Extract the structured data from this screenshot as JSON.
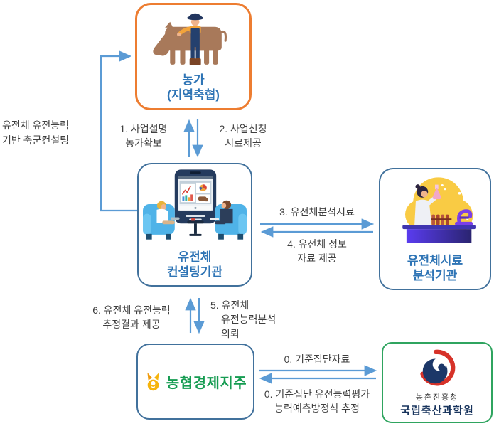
{
  "nodes": {
    "farm": {
      "name": "농가",
      "sub": "(지역축협)"
    },
    "consulting": {
      "line1": "유전체",
      "line2": "컨설팅기관"
    },
    "analysis": {
      "line1": "유전체시료",
      "line2": "분석기관"
    },
    "nh": {
      "logo_text": "농협경제지주"
    },
    "nias": {
      "agency": "농촌진흥청",
      "institute": "국립축산과학원"
    }
  },
  "edge_labels": {
    "side_loop": {
      "line1": "유전체 유전능력",
      "line2": "기반 축군컨설팅"
    },
    "step1": {
      "line1": "1. 사업설명",
      "line2": "농가확보"
    },
    "step2": {
      "line1": "2. 사업신청",
      "line2": "시료제공"
    },
    "step3": {
      "line1": "3. 유전체분석시료"
    },
    "step4": {
      "line1": "4. 유전체 정보",
      "line2": "자료 제공"
    },
    "step5": {
      "line1": "5. 유전체",
      "line2": "유전능력분석",
      "line3": "의뢰"
    },
    "step6": {
      "line1": "6. 유전체 유전능력",
      "line2": "추정결과 제공"
    },
    "step0_top": {
      "line1": "0. 기준집단자료"
    },
    "step0_bottom": {
      "line1": "0. 기준집단 유전능력평가",
      "line2": "능력예측방정식 추정"
    }
  },
  "colors": {
    "arrow_blue": "#5B9BD5",
    "farm_border": "#ED7D31",
    "consulting_border": "#41719C",
    "analysis_border": "#41719C",
    "nh_border": "#41719C",
    "nias_border": "#2FA45F",
    "node_label_blue": "#2E74B5",
    "label_text": "#3F3F3F",
    "nh_green": "#169C52",
    "nh_yellow": "#F6B40B",
    "emblem_navy": "#1C3768",
    "emblem_red": "#D63229"
  },
  "illustrations": {
    "farm": "farmer-with-cow-illustration",
    "consulting": "consulting-meeting-illustration",
    "analysis": "scientist-lab-illustration",
    "nh": "nh-sprout-logo-icon",
    "nias": "korea-government-emblem-icon"
  }
}
